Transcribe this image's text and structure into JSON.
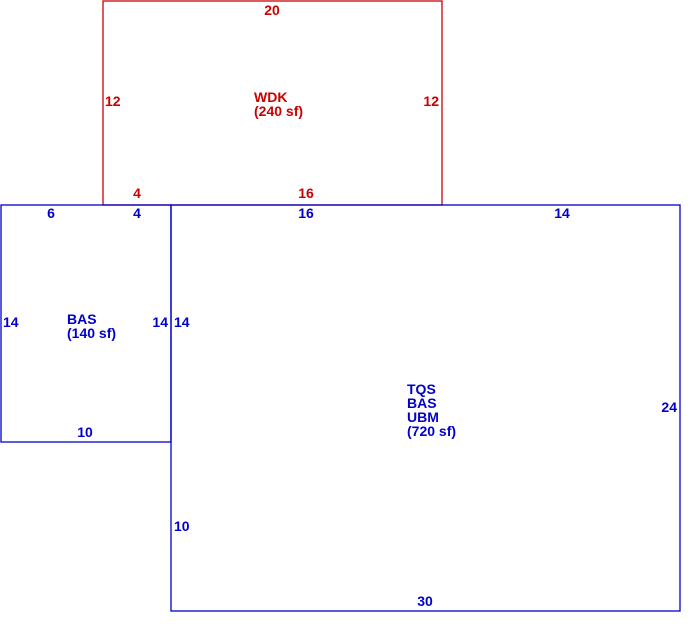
{
  "colors": {
    "blue": "#0000cc",
    "red": "#cc0000"
  },
  "areas": {
    "wdk": {
      "code": "WDK",
      "area": "(240 sf)"
    },
    "bas_small": {
      "code": "BAS",
      "area": "(140 sf)"
    },
    "main": {
      "codes": [
        "TQS",
        "BAS",
        "UBM"
      ],
      "area": "(720 sf)"
    }
  },
  "dimensions": {
    "wdk_top": "20",
    "wdk_left": "12",
    "wdk_right": "12",
    "wdk_bottom_left": "4",
    "wdk_bottom_right": "16",
    "bas_top_left": "6",
    "bas_top_right": "4",
    "bas_left": "14",
    "bas_right": "14",
    "bas_bottom": "10",
    "main_top_left": "16",
    "main_top_right": "14",
    "main_left_upper": "14",
    "main_right": "24",
    "main_left_lower": "10",
    "main_bottom": "30"
  }
}
